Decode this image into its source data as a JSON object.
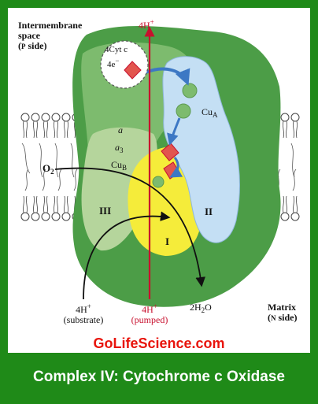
{
  "labels": {
    "intermembrane_line1": "Intermembrane",
    "intermembrane_line2": "space",
    "intermembrane_line3_open": "(",
    "intermembrane_line3_p": "P",
    "intermembrane_line3_rest": " side)",
    "top_protons": "4H",
    "top_protons_charge": "+",
    "cyt_c": "4Cyt c",
    "electrons": "4e",
    "electrons_charge": "−",
    "cua": "Cu",
    "cua_sub": "A",
    "heme_a": "a",
    "heme_a3": "a",
    "heme_a3_sub": "3",
    "cub": "Cu",
    "cub_sub": "B",
    "oxygen": "O",
    "oxygen_sub": "2",
    "subunit_iii": "III",
    "subunit_ii": "II",
    "subunit_i": "I",
    "substrate_protons": "4H",
    "substrate_protons_charge": "+",
    "substrate_word": "(substrate)",
    "pumped_protons": "4H",
    "pumped_protons_charge": "+",
    "pumped_word": "(pumped)",
    "water": "2H",
    "water_sub": "2",
    "water_o": "O",
    "matrix_line1": "Matrix",
    "matrix_line2_open": "(",
    "matrix_line2_n": "N",
    "matrix_line2_rest": " side)"
  },
  "brand": "GoLifeScience.com",
  "caption": "Complex IV: Cytochrome c Oxidase",
  "colors": {
    "frame": "#1f8a18",
    "dark_green": "#4c9d47",
    "mid_green": "#7dbb6e",
    "light_green": "#b5d59c",
    "yellow": "#f5ec3a",
    "blue": "#c4dff4",
    "red": "#c8102e",
    "brand_text": "#e8140c"
  }
}
